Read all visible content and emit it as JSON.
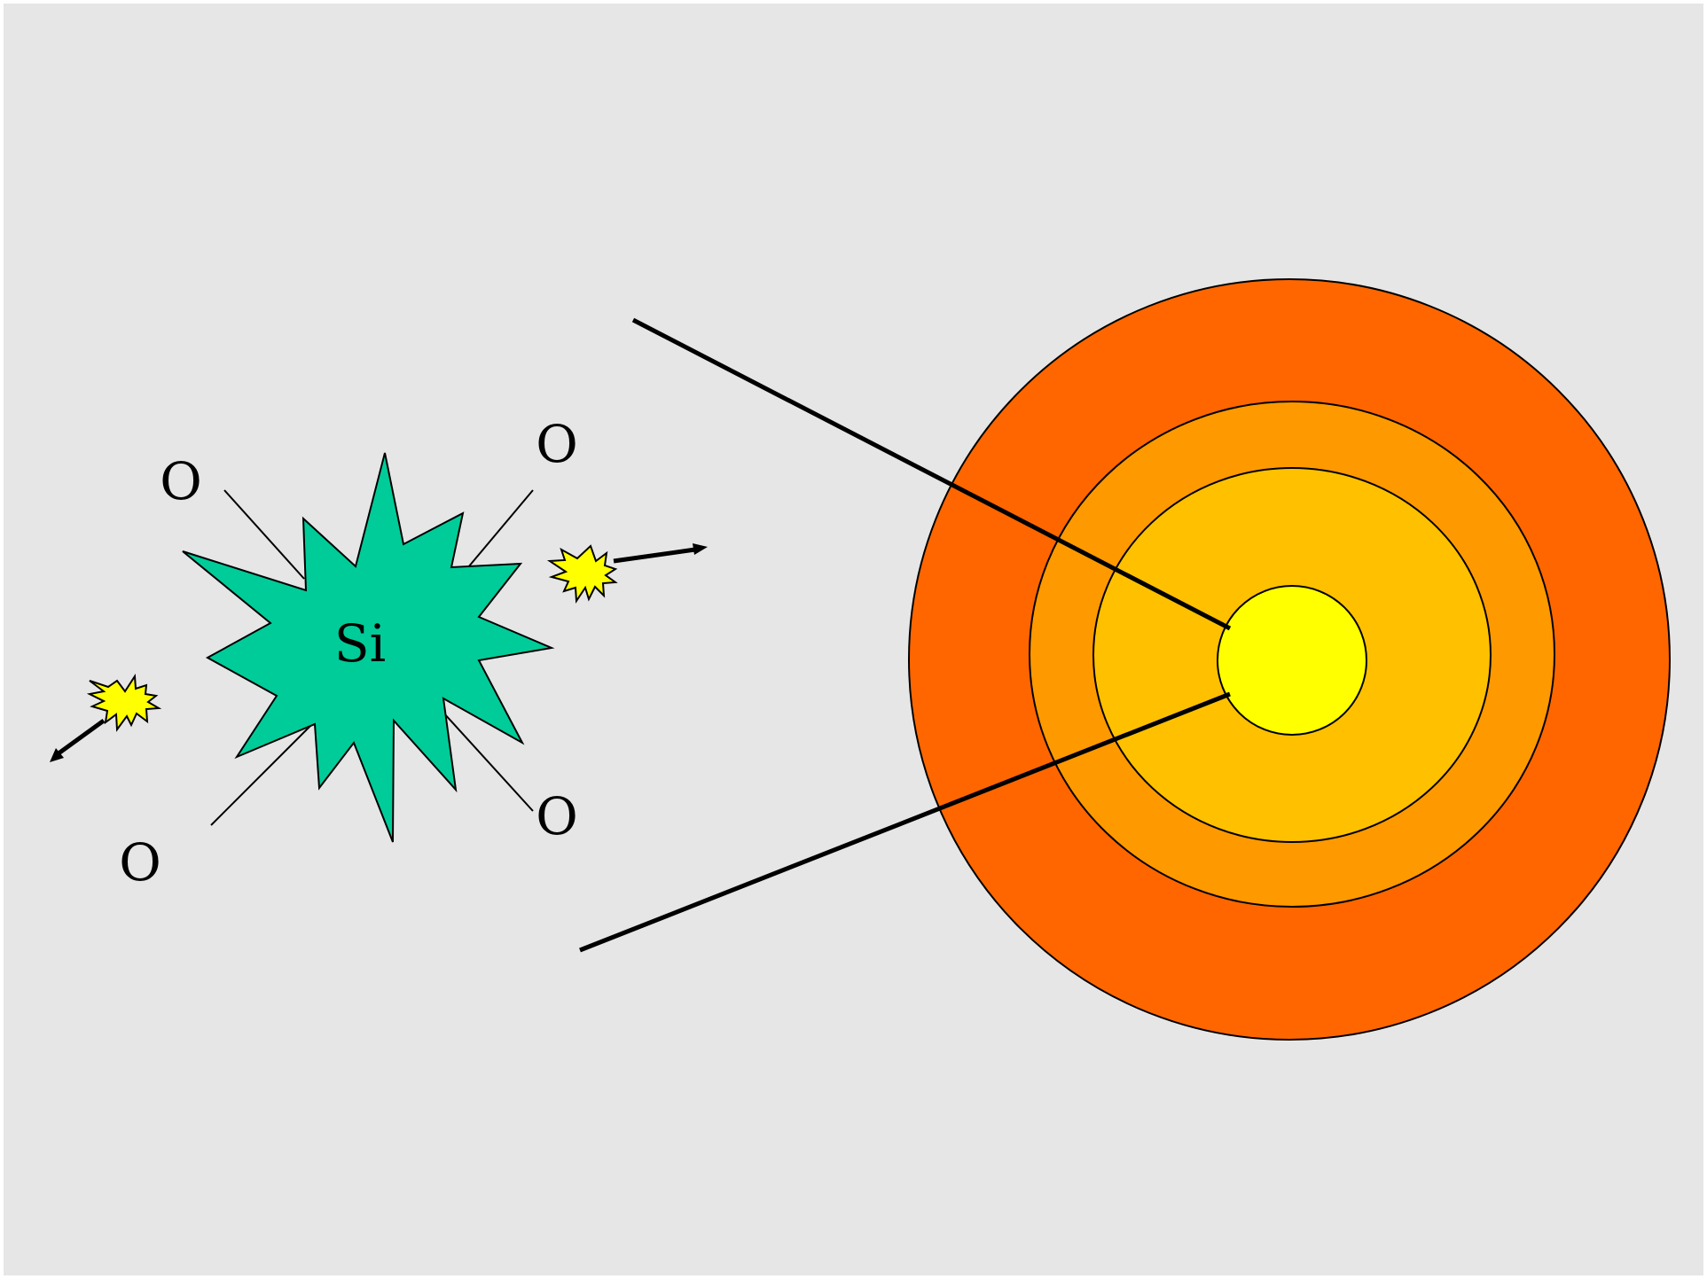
{
  "colors": {
    "background": "#E6E6E6",
    "border": "#FFFFFF",
    "burst": "#00CC99",
    "spark": "#FFFF00",
    "shell_outer": "#FF6600",
    "shell_middle": "#FF9900",
    "shell_inner": "#FFC000",
    "core": "#FFFF00",
    "line": "#000000"
  },
  "burst": {
    "label": "Si"
  },
  "oxygen": [
    {
      "label": "O"
    },
    {
      "label": "O"
    },
    {
      "label": "O"
    },
    {
      "label": "O"
    }
  ],
  "icons": [
    "explosion-burst-icon",
    "spark-icon",
    "arrow-icon"
  ]
}
